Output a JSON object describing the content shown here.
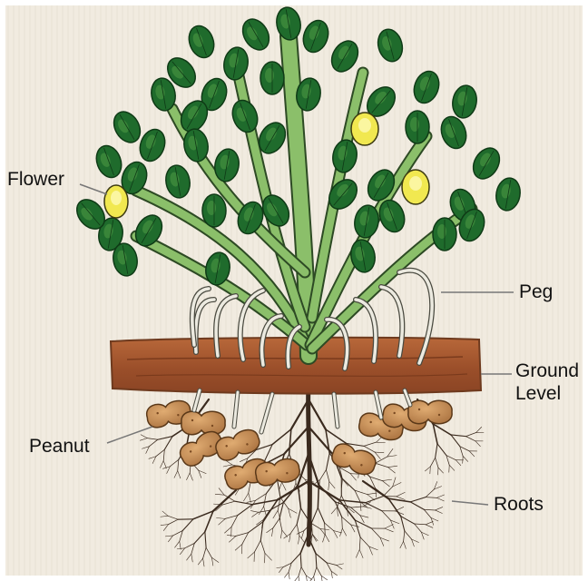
{
  "labels": {
    "flower": "Flower",
    "peg": "Peg",
    "ground_level": "Ground Level",
    "peanut": "Peanut",
    "roots": "Roots"
  },
  "colors": {
    "background": "#f1ebe0",
    "leaf": "#1f6b2c",
    "leaf_highlight": "#4f9a45",
    "stem": "#8bbf6a",
    "flower": "#f1e850",
    "peg": "#eceae0",
    "soil": "#a1532c",
    "peanut": "#c98e55",
    "root": "#3a2a1e"
  }
}
